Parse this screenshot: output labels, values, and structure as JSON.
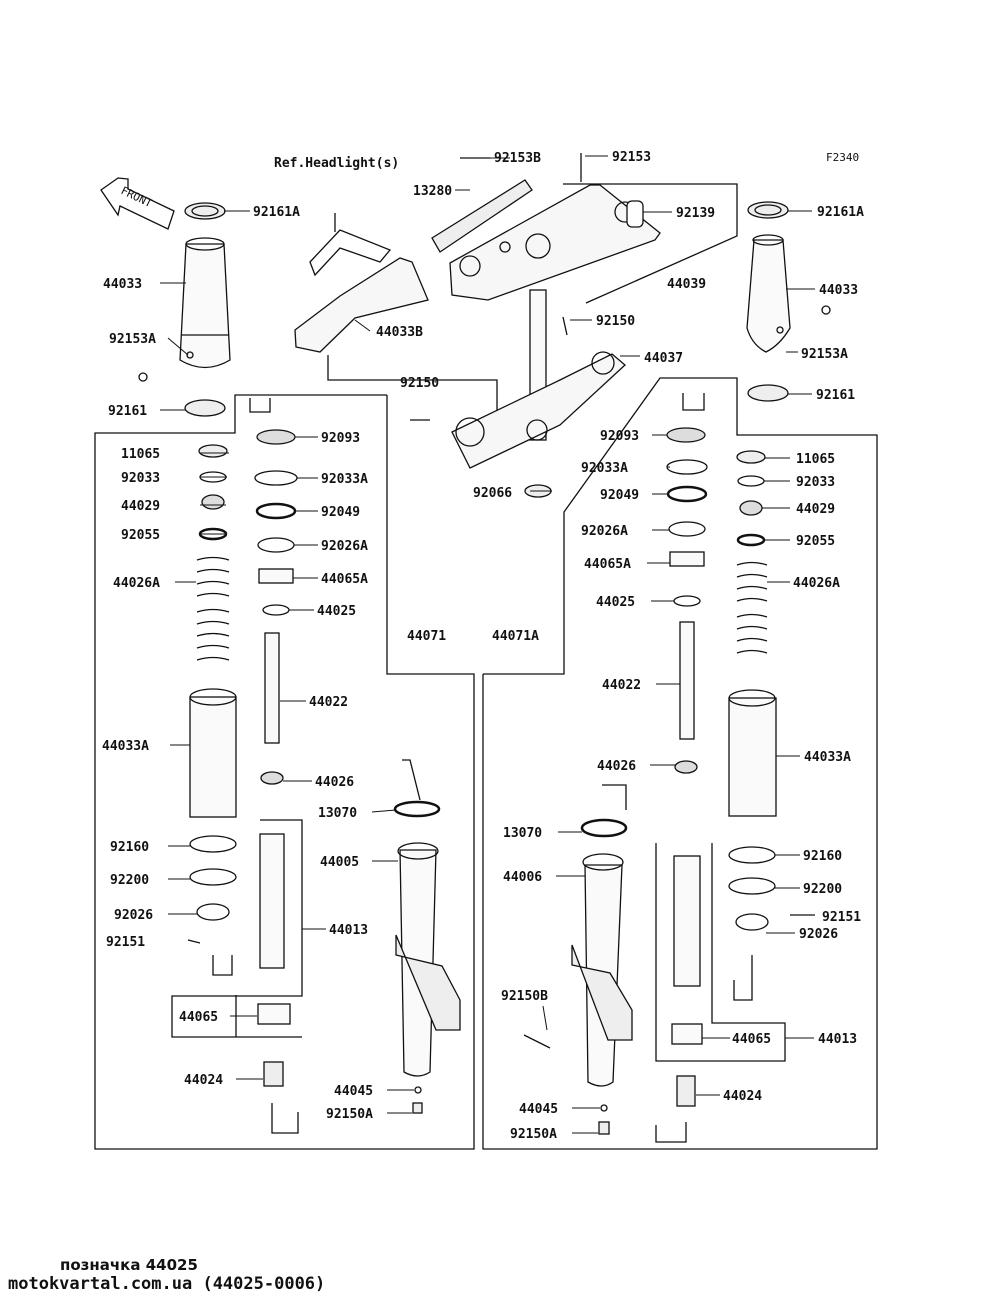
{
  "diagram": {
    "code": "F2340",
    "ref_headlight": "Ref.Headlight(s)",
    "front_arrow": "FRONT"
  },
  "labels": {
    "l_92153B": "92153B",
    "l_92153": "92153",
    "l_13280": "13280",
    "l_92139": "92139",
    "l_44039": "44039",
    "l_92161A_l": "92161A",
    "l_92161A_r": "92161A",
    "l_44033_l": "44033",
    "l_44033_r": "44033",
    "l_92153A_l": "92153A",
    "l_92153A_r": "92153A",
    "l_44033B": "44033B",
    "l_92150_t": "92150",
    "l_44037": "44037",
    "l_92150_m": "92150",
    "l_92161_l": "92161",
    "l_92161_r": "92161",
    "l_92066": "92066",
    "l_11065_l": "11065",
    "l_92093_l": "92093",
    "l_92033_l": "92033",
    "l_92033A_l": "92033A",
    "l_44029_l": "44029",
    "l_92049_l": "92049",
    "l_92055_l": "92055",
    "l_92026A_l": "92026A",
    "l_44026A_l": "44026A",
    "l_44065A_l": "44065A",
    "l_44025_l": "44025",
    "l_44071": "44071",
    "l_44071A": "44071A",
    "l_44022_l": "44022",
    "l_44033A_l": "44033A",
    "l_44026_l": "44026",
    "l_13070_l": "13070",
    "l_92160_l": "92160",
    "l_44005": "44005",
    "l_92200_l": "92200",
    "l_92026_l": "92026",
    "l_44013_l": "44013",
    "l_92151_l": "92151",
    "l_44065_l": "44065",
    "l_44024_l": "44024",
    "l_44045_l": "44045",
    "l_92150A_l": "92150A",
    "l_92093_r": "92093",
    "l_11065_r": "11065",
    "l_92033A_r": "92033A",
    "l_92033_r": "92033",
    "l_92049_r": "92049",
    "l_44029_r": "44029",
    "l_92026A_r": "92026A",
    "l_92055_r": "92055",
    "l_44065A_r": "44065A",
    "l_44026A_r": "44026A",
    "l_44025_r": "44025",
    "l_44022_r": "44022",
    "l_44033A_r": "44033A",
    "l_44026_r": "44026",
    "l_13070_r": "13070",
    "l_44006": "44006",
    "l_92160_r": "92160",
    "l_92200_r": "92200",
    "l_92151_r": "92151",
    "l_92026_r": "92026",
    "l_92150B": "92150B",
    "l_44065_r": "44065",
    "l_44013_r": "44013",
    "l_44024_r": "44024",
    "l_44045_r": "44045",
    "l_92150A_r": "92150A"
  },
  "footer": {
    "line1": "позначка 44025",
    "line2": "motokvartal.com.ua (44025-0006)"
  }
}
